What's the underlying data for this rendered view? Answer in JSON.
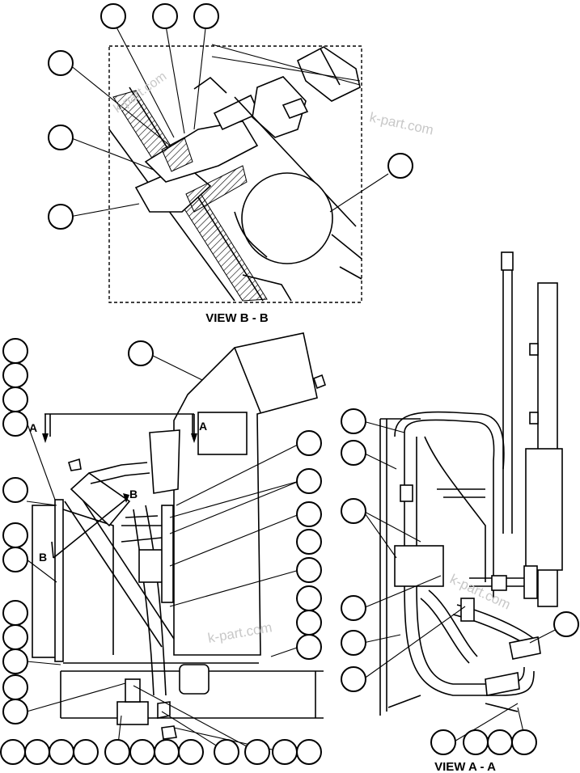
{
  "views": {
    "view_b": "VIEW B - B",
    "view_a": "VIEW A - A"
  },
  "section_marks": {
    "a_left": "A",
    "a_right": "A",
    "b_upper": "B",
    "b_lower": "B"
  },
  "watermark": "k-part.com",
  "colors": {
    "line": "#000000",
    "background": "#ffffff",
    "watermark": "#c8c8c8"
  }
}
